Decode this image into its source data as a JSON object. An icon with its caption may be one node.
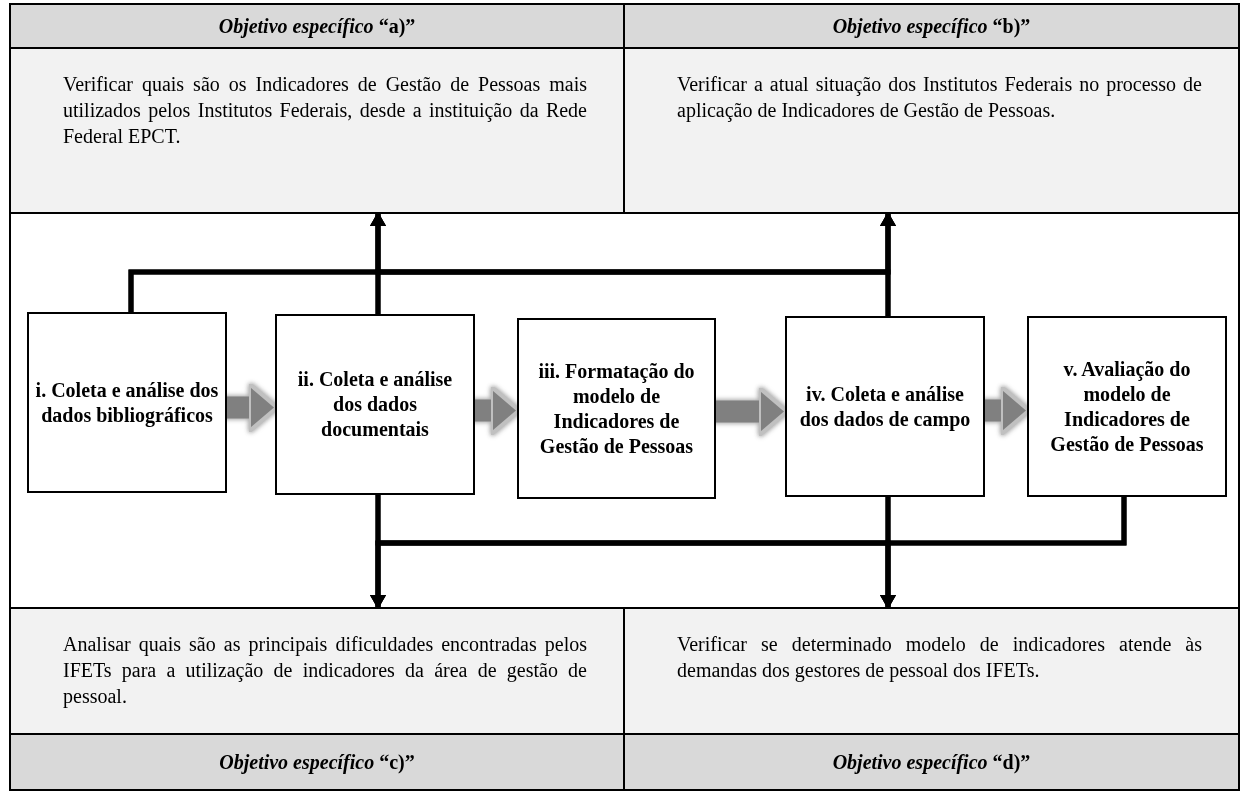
{
  "diagram": {
    "nodes": [
      {
        "text": [
          "*Objetivo específico* “a)”"
        ]
      },
      {
        "text": [
          "*Objetivo específico* “b)”"
        ]
      },
      {
        "text": [
          "Verificar quais são os Indicadores de Gestão de Pessoas mais utilizados pelos Institutos Federais, desde a instituição da Rede Federal EPCT."
        ]
      },
      {
        "text": [
          "Verificar a atual situação dos Institutos Federais no processo de aplicação de Indicadores de Gestão de Pessoas."
        ]
      },
      {
        "text": [
          "i. Coleta e análise dos dados bibliográficos"
        ]
      },
      {
        "text": [
          "ii. Coleta e análise dos dados documentais"
        ]
      },
      {
        "text": [
          "iii. Formatação do modelo de Indicadores de Gestão de Pessoas"
        ]
      },
      {
        "text": [
          "iv. Coleta e análise dos dados de campo"
        ]
      },
      {
        "text": [
          "v. Avaliação do modelo de Indicadores de Gestão de Pessoas"
        ]
      },
      {
        "text": [
          "Analisar quais são as principais dificuldades encontradas pelos IFETs para a utilização de indicadores da área de gestão de pessoal."
        ]
      },
      {
        "text": [
          "Verificar se determinado modelo de indicadores atende às demandas dos gestores de pessoal dos IFETs."
        ]
      },
      {
        "text": [
          "*Objetivo específico* “c)”"
        ]
      },
      {
        "text": [
          "*Objetivo específico* “d)”"
        ]
      }
    ],
    "edges": [
      {
        "from": 4,
        "to": 5,
        "arrow": "to",
        "style": "thick",
        "color": "#808080"
      },
      {
        "from": 5,
        "to": 6,
        "arrow": "to",
        "style": "thick",
        "color": "#808080"
      },
      {
        "from": 6,
        "to": 7,
        "arrow": "to",
        "style": "thick",
        "color": "#808080"
      },
      {
        "from": 7,
        "to": 8,
        "arrow": "to",
        "style": "thick",
        "color": "#808080"
      },
      {
        "from": 4,
        "to": 2,
        "arrow": "to"
      },
      {
        "from": 4,
        "to": 3,
        "arrow": "to"
      },
      {
        "from": 5,
        "to": 2,
        "arrow": "to"
      },
      {
        "from": 5,
        "to": 3,
        "arrow": "to"
      },
      {
        "from": 7,
        "to": 2,
        "arrow": "to"
      },
      {
        "from": 7,
        "to": 3,
        "arrow": "to"
      },
      {
        "from": 5,
        "to": 9,
        "arrow": "to"
      },
      {
        "from": 5,
        "to": 10,
        "arrow": "to"
      },
      {
        "from": 7,
        "to": 9,
        "arrow": "to"
      },
      {
        "from": 7,
        "to": 10,
        "arrow": "to"
      },
      {
        "from": 8,
        "to": 9,
        "arrow": "to"
      },
      {
        "from": 8,
        "to": 10,
        "arrow": "to"
      }
    ]
  }
}
